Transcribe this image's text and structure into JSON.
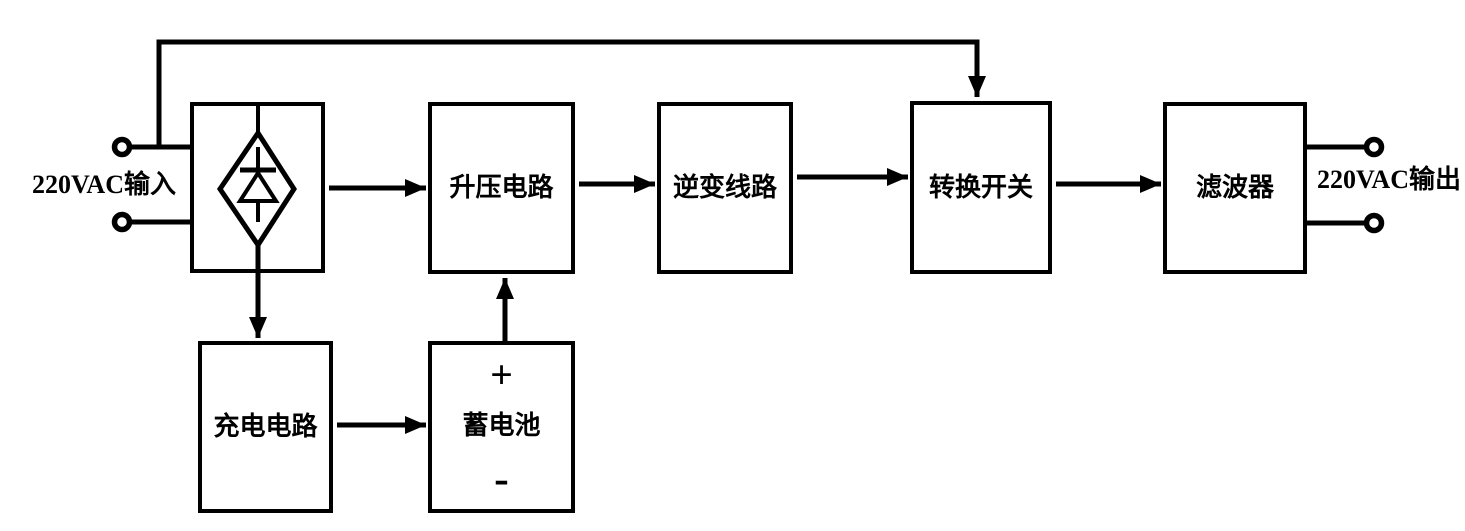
{
  "diagram": {
    "type": "block-diagram",
    "subject": "UPS power supply signal flow",
    "stroke_color": "#000000",
    "background_color": "#ffffff"
  },
  "terminals": {
    "input_label": "220VAC输入",
    "output_label": "220VAC输出"
  },
  "blocks": {
    "rectifier": {
      "label": "",
      "symbol": "bridge-rectifier-diode"
    },
    "boost": {
      "label": "升压电路"
    },
    "inverter": {
      "label": "逆变线路"
    },
    "transfer_switch": {
      "label": "转换开关"
    },
    "filter": {
      "label": "滤波器"
    },
    "charger": {
      "label": "充电电路"
    },
    "battery": {
      "plus": "+",
      "label": "蓄电池",
      "minus": "-"
    }
  },
  "connections": [
    "input → rectifier",
    "input → transfer_switch (bypass)",
    "rectifier → boost",
    "boost → inverter",
    "inverter → transfer_switch",
    "transfer_switch → filter",
    "filter → output",
    "rectifier → charger",
    "charger → battery",
    "battery → boost"
  ]
}
